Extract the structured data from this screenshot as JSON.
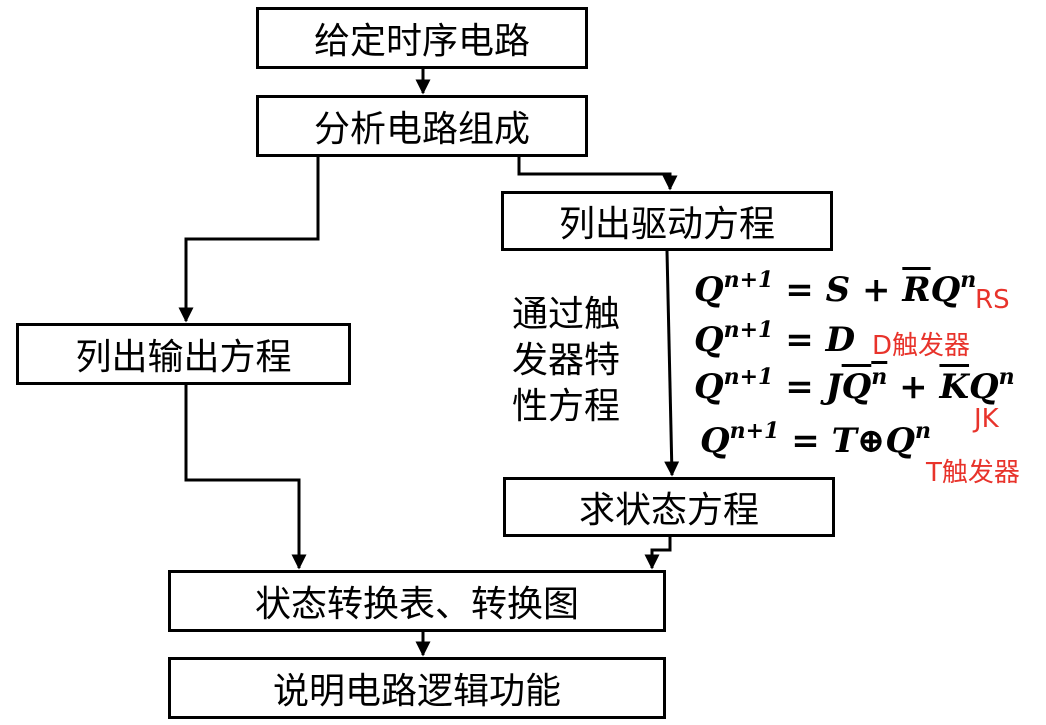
{
  "steps": {
    "step1": "给定时序电路",
    "step2": "分析电路组成",
    "step3": "列出驱动方程",
    "step4": "列出输出方程",
    "step5": "求状态方程",
    "step6": "状态转换表、转换图",
    "step7": "说明电路逻辑功能"
  },
  "side_note": "通过触发器特性方程",
  "equations": {
    "rs": {
      "lhs": "Q",
      "lhs_sup": "n+1",
      "eq": "=",
      "a": "S",
      "plus": "+",
      "r": "R",
      "q": "Q",
      "q_sup": "n"
    },
    "d": {
      "lhs": "Q",
      "lhs_sup": "n+1",
      "eq": "=",
      "a": "D"
    },
    "jk": {
      "lhs": "Q",
      "lhs_sup": "n+1",
      "eq": "=",
      "j": "J",
      "qbar": "Q",
      "qbar_sup": "n",
      "plus": "+",
      "k": "K",
      "q": "Q",
      "q_sup": "n"
    },
    "t": {
      "lhs": "Q",
      "lhs_sup": "n+1",
      "eq": "=",
      "t": "T",
      "xor": "⊕",
      "q": "Q",
      "q_sup": "n"
    }
  },
  "tags": {
    "rs": "RS",
    "d": "D触发器",
    "jk": "JK",
    "t": "T触发器"
  },
  "colors": {
    "tag": "#e8332b",
    "line": "#000000"
  }
}
